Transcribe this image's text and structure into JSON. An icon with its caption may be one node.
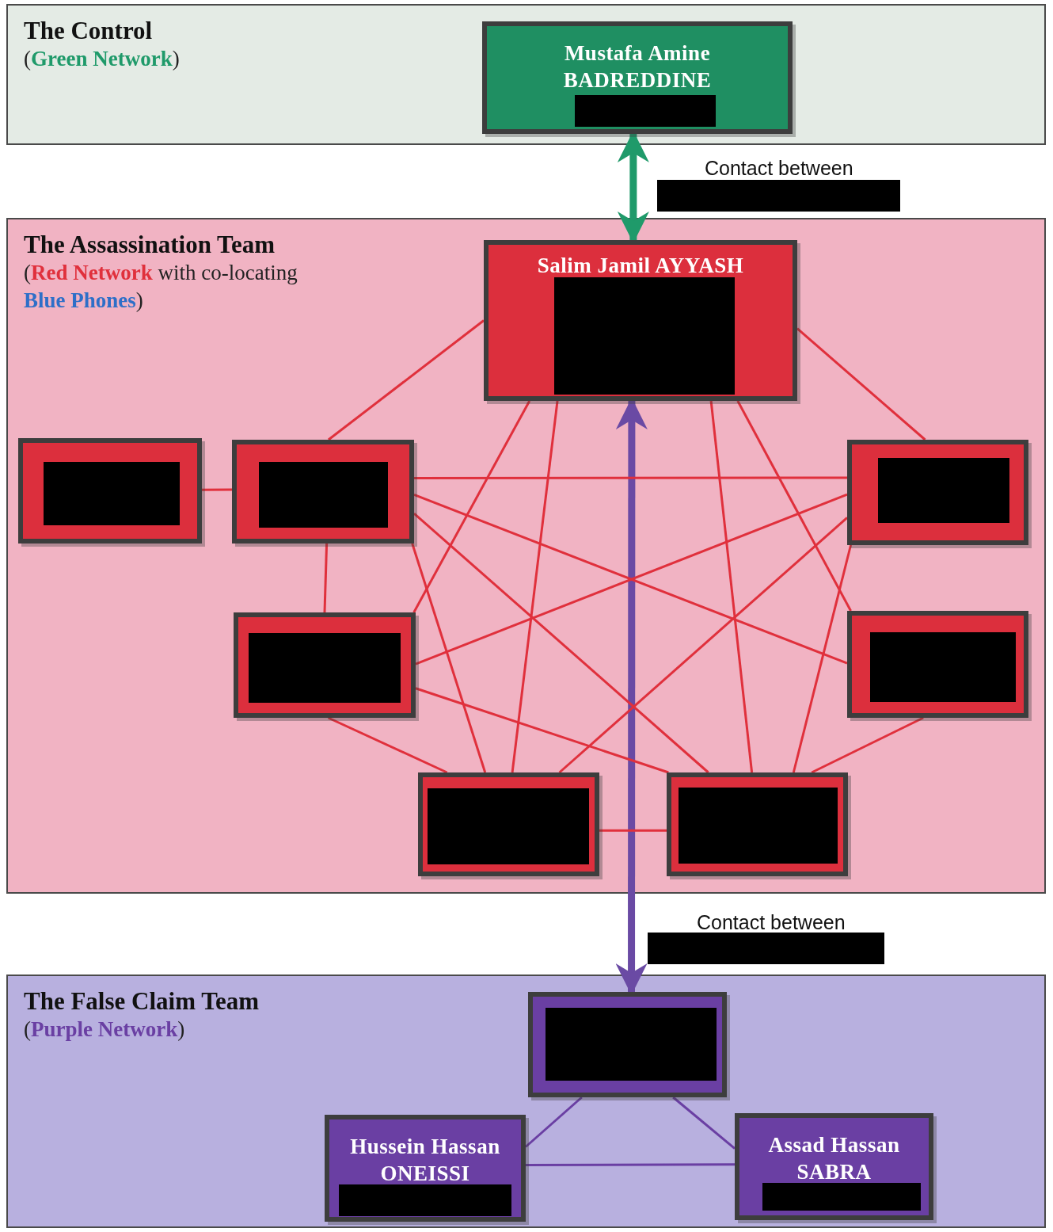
{
  "diagram": {
    "nodes": [
      {
        "text": [
          "The Control",
          "(**Green Network**)"
        ]
      },
      {
        "text": [
          "Mustafa Amine BADREDDINE"
        ],
        "in": 0
      },
      {
        "text": [
          "The Assassination Team",
          "(**Red Network** with co-locating **Blue Phones**)"
        ]
      },
      {
        "text": [
          "Salim Jamil AYYASH"
        ],
        "in": 2
      },
      {
        "text": [],
        "shape": "box",
        "in": 2
      },
      {
        "text": [],
        "shape": "box",
        "in": 2
      },
      {
        "text": [],
        "shape": "box",
        "in": 2
      },
      {
        "text": [],
        "shape": "box",
        "in": 2
      },
      {
        "text": [],
        "shape": "box",
        "in": 2
      },
      {
        "text": [],
        "shape": "box",
        "in": 2
      },
      {
        "text": [],
        "shape": "box",
        "in": 2
      },
      {
        "text": [
          "The False Claim Team",
          "(**Purple Network**)"
        ]
      },
      {
        "text": [],
        "shape": "box",
        "in": 11
      },
      {
        "text": [
          "Hussein Hassan ONEISSI"
        ],
        "in": 11
      },
      {
        "text": [
          "Assad Hassan SABRA"
        ],
        "in": 11
      }
    ],
    "edges": [
      {
        "from": 1,
        "to": 3,
        "arrow": "both",
        "style": "thick",
        "color": "#1f9a6a",
        "label": "Contact between"
      },
      {
        "from": 3,
        "to": 12,
        "arrow": "both",
        "style": "thick",
        "color": "#6a4aa4",
        "label": "Contact between"
      },
      {
        "from": 3,
        "to": 5,
        "arrow": "none"
      },
      {
        "from": 3,
        "to": 6,
        "arrow": "none"
      },
      {
        "from": 3,
        "to": 7,
        "arrow": "none"
      },
      {
        "from": 3,
        "to": 9,
        "arrow": "none"
      },
      {
        "from": 3,
        "to": 10,
        "arrow": "none"
      },
      {
        "from": 3,
        "to": 8,
        "arrow": "none"
      },
      {
        "from": 4,
        "to": 5,
        "arrow": "none"
      },
      {
        "from": 5,
        "to": 6,
        "arrow": "none"
      },
      {
        "from": 5,
        "to": 7,
        "arrow": "none"
      },
      {
        "from": 5,
        "to": 8,
        "arrow": "none"
      },
      {
        "from": 5,
        "to": 10,
        "arrow": "none"
      },
      {
        "from": 5,
        "to": 9,
        "arrow": "none"
      },
      {
        "from": 6,
        "to": 7,
        "arrow": "none"
      },
      {
        "from": 6,
        "to": 9,
        "arrow": "none"
      },
      {
        "from": 6,
        "to": 10,
        "arrow": "none"
      },
      {
        "from": 7,
        "to": 10,
        "arrow": "none"
      },
      {
        "from": 7,
        "to": 9,
        "arrow": "none"
      },
      {
        "from": 8,
        "to": 10,
        "arrow": "none"
      },
      {
        "from": 9,
        "to": 10,
        "arrow": "none"
      },
      {
        "from": 12,
        "to": 13,
        "arrow": "none",
        "color": "#6a3fa3"
      },
      {
        "from": 12,
        "to": 14,
        "arrow": "none",
        "color": "#6a3fa3"
      },
      {
        "from": 13,
        "to": 14,
        "arrow": "none",
        "color": "#6a3fa3"
      }
    ]
  }
}
